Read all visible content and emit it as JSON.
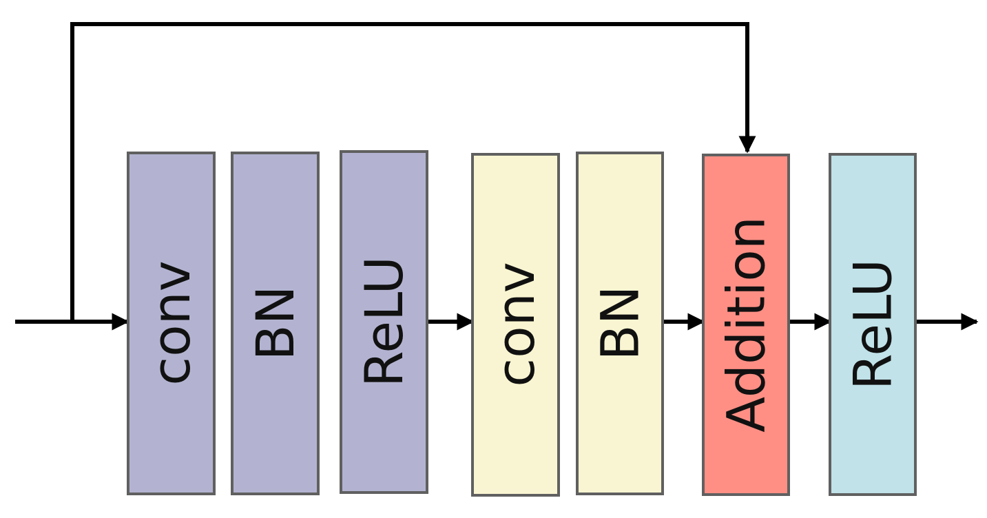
{
  "diagram": {
    "type": "residual-block",
    "blocks": [
      {
        "id": "conv1",
        "label": "conv",
        "color": "#b3b3d1"
      },
      {
        "id": "bn1",
        "label": "BN",
        "color": "#b3b3d1"
      },
      {
        "id": "relu1",
        "label": "ReLU",
        "color": "#b3b3d1"
      },
      {
        "id": "conv2",
        "label": "conv",
        "color": "#f9f5d2"
      },
      {
        "id": "bn2",
        "label": "BN",
        "color": "#f9f5d2"
      },
      {
        "id": "addition",
        "label": "Addition",
        "color": "#ff8f85"
      },
      {
        "id": "relu2",
        "label": "ReLU",
        "color": "#c0e2e8"
      }
    ],
    "block_border_color": "#606060",
    "arrow_color": "#000000"
  }
}
